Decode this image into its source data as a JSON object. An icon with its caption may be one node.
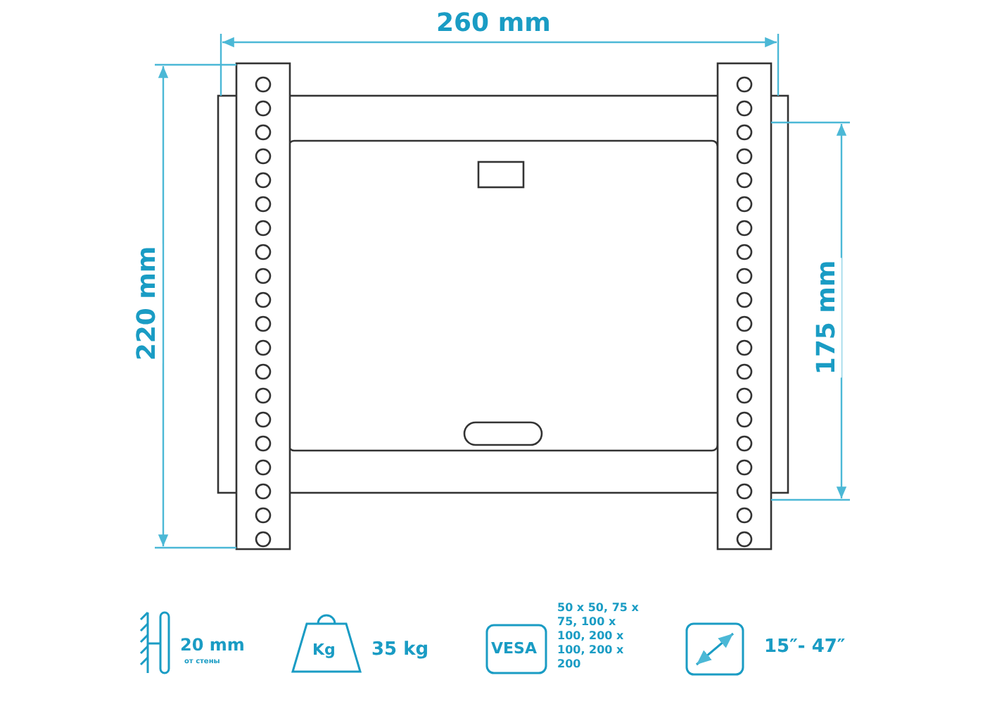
{
  "diagram": {
    "labels": [
      "260 mm",
      "220 mm",
      "175 mm",
      "20 mm",
      "от стены",
      "Kg",
      "35 kg",
      "VESA",
      "50 x 50, 75 x 75, 100 x 100, 200 x 100, 200 x 200",
      "15″- 47″"
    ]
  }
}
